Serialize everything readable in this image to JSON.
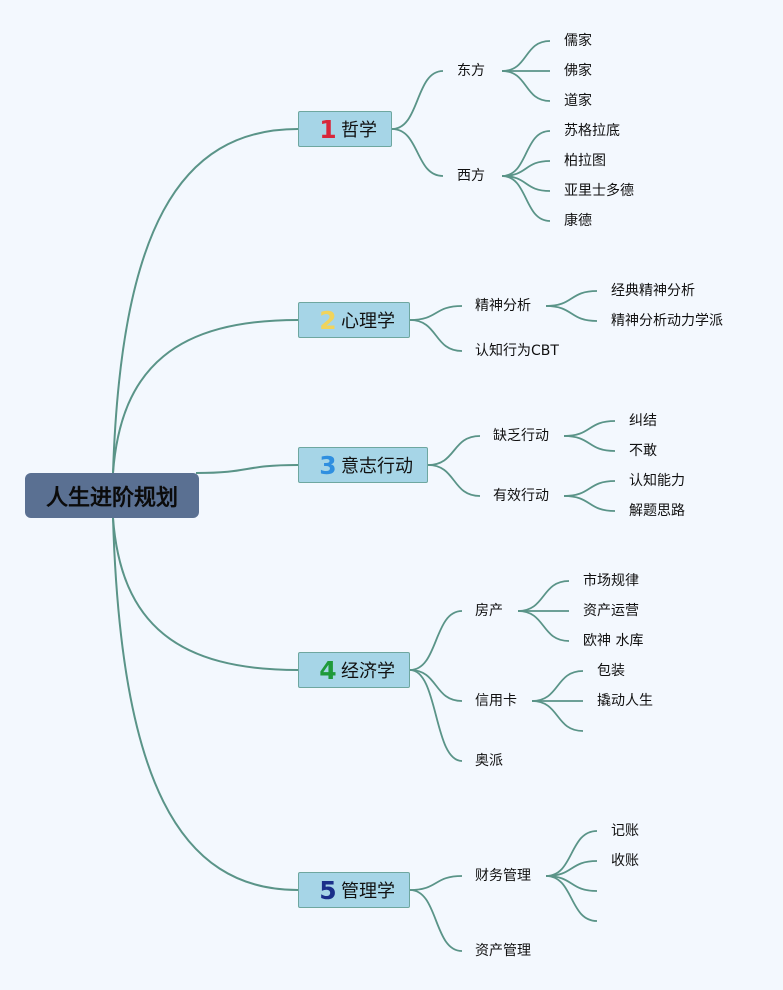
{
  "root": "人生进阶规划",
  "colors": {
    "background": "#f3f8fe",
    "link": "#5a9488",
    "root_fill": "#5a7092",
    "branch_fill": "#a6d5e7",
    "branch_border": "#6ea7a0"
  },
  "branches": [
    {
      "num": "1",
      "num_color": "#d8263a",
      "label": "哲学",
      "children": [
        {
          "label": "东方",
          "children": [
            {
              "label": "儒家"
            },
            {
              "label": "佛家"
            },
            {
              "label": "道家"
            }
          ]
        },
        {
          "label": "西方",
          "children": [
            {
              "label": "苏格拉底"
            },
            {
              "label": "柏拉图"
            },
            {
              "label": "亚里士多德"
            },
            {
              "label": "康德"
            }
          ]
        }
      ]
    },
    {
      "num": "2",
      "num_color": "#f1d45c",
      "label": "心理学",
      "children": [
        {
          "label": "精神分析",
          "children": [
            {
              "label": "经典精神分析"
            },
            {
              "label": "精神分析动力学派"
            }
          ]
        },
        {
          "label": "认知行为CBT",
          "children": []
        }
      ]
    },
    {
      "num": "3",
      "num_color": "#2f8fe0",
      "label": "意志行动",
      "children": [
        {
          "label": "缺乏行动",
          "children": [
            {
              "label": "纠结"
            },
            {
              "label": "不敢"
            }
          ]
        },
        {
          "label": "有效行动",
          "children": [
            {
              "label": "认知能力"
            },
            {
              "label": "解题思路"
            }
          ]
        }
      ]
    },
    {
      "num": "4",
      "num_color": "#1f9a3a",
      "label": "经济学",
      "children": [
        {
          "label": "房产",
          "children": [
            {
              "label": "市场规律"
            },
            {
              "label": "资产运营"
            },
            {
              "label": "欧神 水库"
            }
          ]
        },
        {
          "label": "信用卡",
          "children": [
            {
              "label": "包装"
            },
            {
              "label": "撬动人生"
            },
            {
              "label": ""
            }
          ]
        },
        {
          "label": "奥派",
          "children": []
        }
      ]
    },
    {
      "num": "5",
      "num_color": "#1a2f8a",
      "label": "管理学",
      "children": [
        {
          "label": "财务管理",
          "children": [
            {
              "label": "记账"
            },
            {
              "label": "收账"
            },
            {
              "label": ""
            },
            {
              "label": ""
            }
          ]
        },
        {
          "label": "资产管理",
          "children": []
        }
      ]
    }
  ]
}
